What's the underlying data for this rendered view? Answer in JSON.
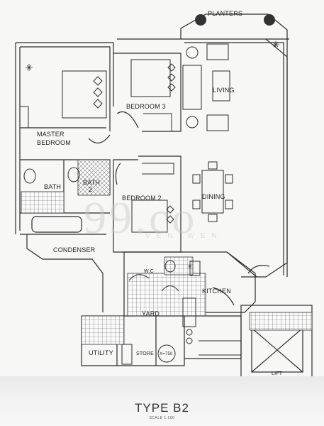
{
  "plan": {
    "labels": {
      "planters": "PLANTERS",
      "living": "LIVING",
      "bedroom3": "BEDROOM 3",
      "master_bedroom_line1": "MASTER",
      "master_bedroom_line2": "BEDROOM",
      "bath1": "BATH",
      "bath2_line1": "BATH",
      "bath2_line2": "2",
      "bedroom2": "BEDROOM 2",
      "dining": "DINING",
      "condenser": "CONDENSER",
      "wc": "W.C",
      "f": "F",
      "kitchen": "KITCHEN",
      "yard": "YARD",
      "utility": "UTILITY",
      "store": "STORE",
      "dn": "X=750",
      "lift": "LIFT"
    },
    "watermark": "99.co",
    "watermark_sub": "VEN  WEN"
  },
  "footer": {
    "title": "TYPE  B2",
    "scale": "SCALE   1:100"
  },
  "colors": {
    "line": "#2b2b2b",
    "tile": "#444444",
    "background": "#f7f7f5"
  }
}
